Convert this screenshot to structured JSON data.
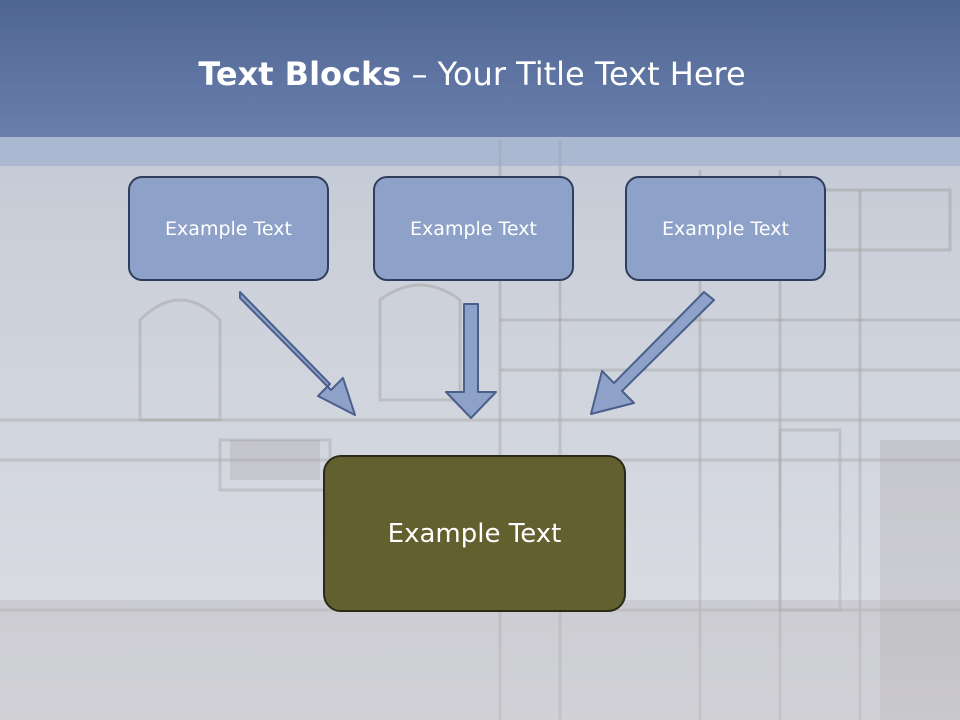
{
  "title": {
    "bold": "Text Blocks",
    "dash": " – ",
    "rest": "Your Title Text Here"
  },
  "blocks": {
    "left": "Example Text",
    "middle": "Example Text",
    "right": "Example Text",
    "center": "Example Text"
  },
  "colors": {
    "title_bar": "#5a6f9e",
    "block_fill": "#8ea1c9",
    "block_border": "#2f3e5c",
    "center_fill": "#636030",
    "arrow_fill": "#8ea1c9"
  }
}
